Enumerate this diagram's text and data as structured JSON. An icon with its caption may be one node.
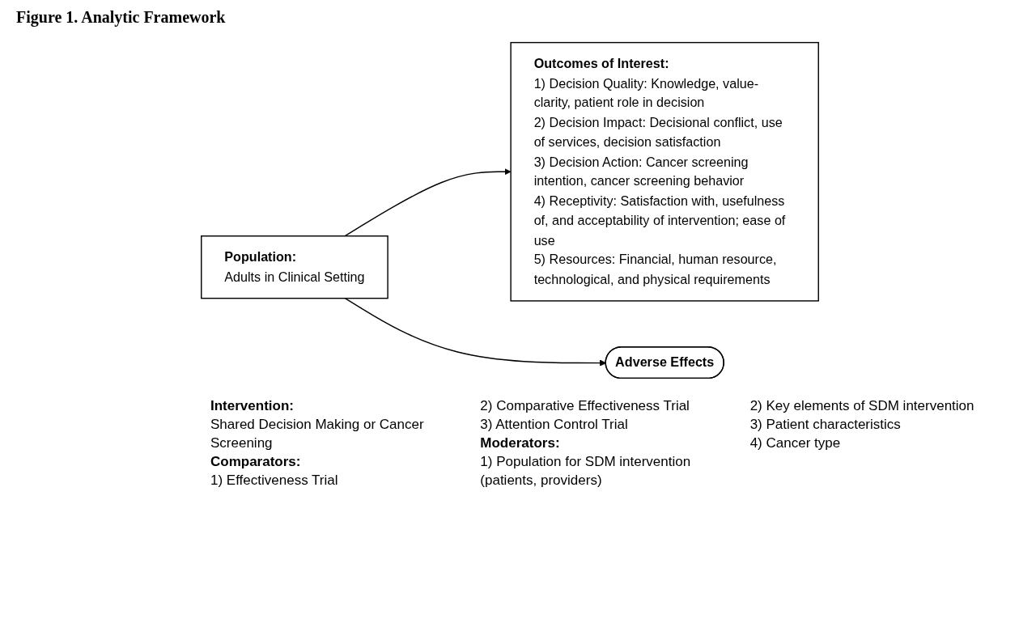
{
  "diagram": {
    "title": "Figure 1. Analytic Framework",
    "nodes": [
      {
        "text": [
          "Population:",
          "Adults in Clinical Setting"
        ]
      },
      {
        "text": [
          "Outcomes of Interest:",
          "1) Decision Quality: Knowledge, value-clarity, patient role in decision",
          "2) Decision Impact: Decisional conflict, use of services, decision satisfaction",
          "3) Decision Action: Cancer screening intention, cancer screening behavior",
          "4) Receptivity: Satisfaction with, usefulness of, and acceptability of intervention; ease of use",
          "5) Resources: Financial, human resource, technological, and physical requirements"
        ]
      },
      {
        "text": [
          "Adverse Effects"
        ]
      }
    ],
    "edges": [
      {
        "from": 0,
        "to": 1,
        "arrow": "to"
      },
      {
        "from": 0,
        "to": 2,
        "arrow": "to"
      }
    ],
    "labels": [
      "Intervention:",
      "Shared Decision Making or Cancer Screening",
      "Comparators:",
      "1) Effectiveness Trial",
      "2) Comparative Effectiveness Trial",
      "3) Attention Control Trial",
      "Moderators:",
      "1) Population for SDM intervention (patients, providers)",
      "2) Key elements of SDM intervention",
      "3) Patient characteristics",
      "4) Cancer type"
    ]
  }
}
